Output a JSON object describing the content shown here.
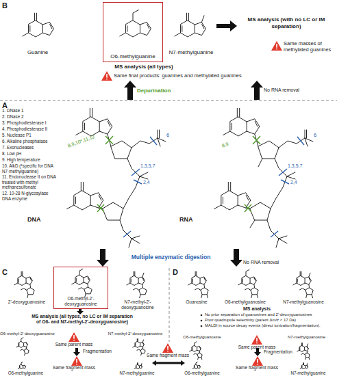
{
  "diagram": {
    "nodes": [
      {
        "text": [
          "O6-methylguanine"
        ]
      },
      {
        "text": [
          "O6-methyl-2'-deoxyguanosine"
        ]
      }
    ],
    "labels": [
      "B",
      "Guanine",
      "N7-methylguanine",
      "MS analysis (with no LC or IM separation)",
      "Same masses of methylated guanines",
      "MS analysis (all types)",
      "Same final products: guanines and methylated guanines",
      "Depurination",
      "No RNA removal",
      "A",
      "1. DNase 1",
      "2. DNase 2",
      "3. Phosphodiesterase I",
      "4. Phosphodiesterase II",
      "5. Nuclease P1",
      "6. Alkaline phosphatase",
      "7. Exonucleases",
      "8. Low pH",
      "9. High temperature",
      "10. AlkD (*specific for DNA N7-methylguanine)",
      "11. Endonuclease II on DNA treated with methyl methanesulfonate",
      "12. 10-28 N-glycosylase DNA enzyme",
      "8,9,10*,11,12",
      "6",
      "1,3,5,7",
      "2,4",
      "DNA",
      "8,9",
      "6",
      "1,3,5,7",
      "2,4",
      "RNA",
      "Multiple enzymatic digestion",
      "No RNA removal",
      "C",
      "2'-deoxyguanosine",
      "N7-methyl-2'-deoxyguanosine",
      "MS analysis (all types, no LC or IM separation of O6- and N7-methyl-2'-deoxyguanosine)",
      "O6-methyl-2'-deoxyguanosine",
      "N7-methyl-2'-deoxyguanosine",
      "Same parent mass",
      "Fragmentation",
      "Same fragment mass",
      "O6-methylguanine",
      "N7-methylguanine",
      "Same fragment mass",
      "D",
      "Guanosine",
      "O6-methylguanosine",
      "N7-methylguanosine",
      "MS analysis",
      "No prior separation of guanosines and 2'-deoxyguanosines",
      "Poor quadrupole selectivity (parent Δm/z < 17 Da)",
      "MALDI in source decay events (direct ionization/fragmentation).",
      "O6-methylguanosine",
      "N7-methylguanosine",
      "Same parent mass",
      "Fragmentation",
      "Same fragment mass",
      "O6-methylguanine",
      "N7-methylguanine"
    ]
  }
}
